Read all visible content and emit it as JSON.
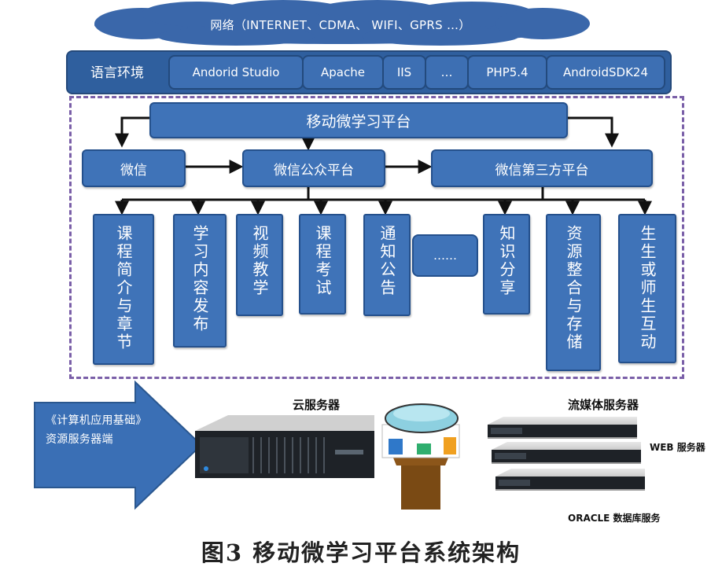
{
  "network_cloud": {
    "label": "网络（INTERNET、CDMA、 WIFI、GPRS …）"
  },
  "language_env": {
    "items": [
      "语言环境",
      "Andorid Studio",
      "Apache",
      "IIS",
      "…",
      "PHP5.4",
      "AndroidSDK24"
    ]
  },
  "platform": {
    "main": "移动微学习平台",
    "wechat": "微信",
    "public_platform": "微信公众平台",
    "third_party": "微信第三方平台"
  },
  "modules": [
    "课程简介与章节",
    "学习内容发布",
    "视频教学",
    "课程考试",
    "通知公告",
    "……",
    "知识分享",
    "资源整合与存储",
    "生生或师生互动"
  ],
  "servers": {
    "client_arrow": "《计算机应用基础》资源服务器端",
    "cloud": "云服务器",
    "streaming": "流媒体服务器",
    "web": "WEB 服务器",
    "oracle": "ORACLE 数据库服务"
  },
  "caption": "图3   移动微学习平台系统架构",
  "colors": {
    "box_fill": "#3f73b8",
    "box_border": "#24508c",
    "dashed_frame": "#7a5fa8",
    "cloud_fill": "#3a67aa"
  }
}
